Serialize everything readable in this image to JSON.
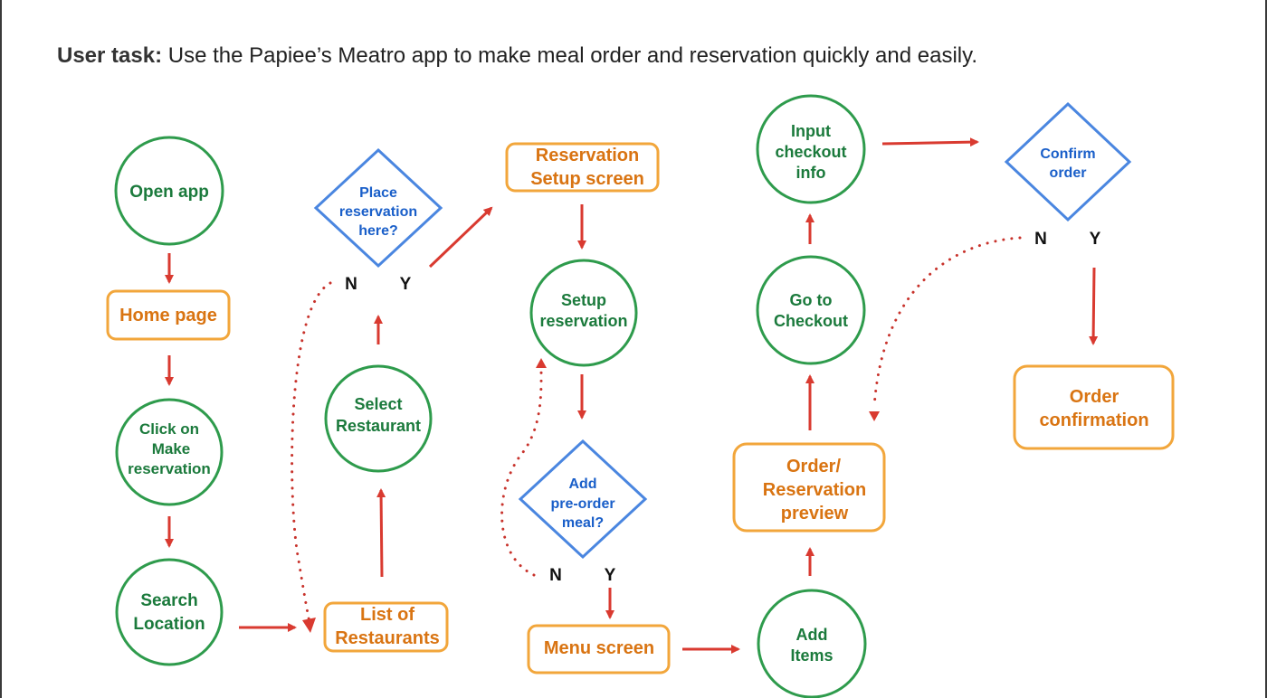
{
  "header": {
    "label": "User task:",
    "text": "Use the Papiee’s Meatro app to make meal order and reservation quickly and easily."
  },
  "colors": {
    "action_circle": "#2e9b4c",
    "action_text": "#1b7a3c",
    "screen_box": "#f2a63b",
    "screen_text": "#d97412",
    "decision_diamond": "#4a86e0",
    "decision_text": "#1a5fc9",
    "arrow": "#d93a30"
  },
  "nodes": {
    "open_app": [
      "Open app"
    ],
    "home_page": [
      "Home page"
    ],
    "click_make_reservation": [
      "Click on",
      "Make",
      "reservation"
    ],
    "search_location": [
      "Search",
      "Location"
    ],
    "list_of_restaurants": [
      "List of",
      "Restaurants"
    ],
    "select_restaurant": [
      "Select",
      "Restaurant"
    ],
    "place_reservation_here": [
      "Place",
      "reservation",
      "here?"
    ],
    "reservation_setup_screen": [
      "Reservation",
      "Setup screen"
    ],
    "setup_reservation": [
      "Setup",
      "reservation"
    ],
    "add_preorder_meal": [
      "Add",
      "pre-order",
      "meal?"
    ],
    "menu_screen": [
      "Menu screen"
    ],
    "add_items": [
      "Add",
      "Items"
    ],
    "order_reservation_preview": [
      "Order/",
      "Reservation",
      "preview"
    ],
    "go_to_checkout": [
      "Go to",
      "Checkout"
    ],
    "input_checkout_info": [
      "Input",
      "checkout",
      "info"
    ],
    "confirm_order": [
      "Confirm",
      "order"
    ],
    "order_confirmation": [
      "Order",
      "confirmation"
    ]
  },
  "branch_labels": {
    "no": "N",
    "yes": "Y"
  }
}
